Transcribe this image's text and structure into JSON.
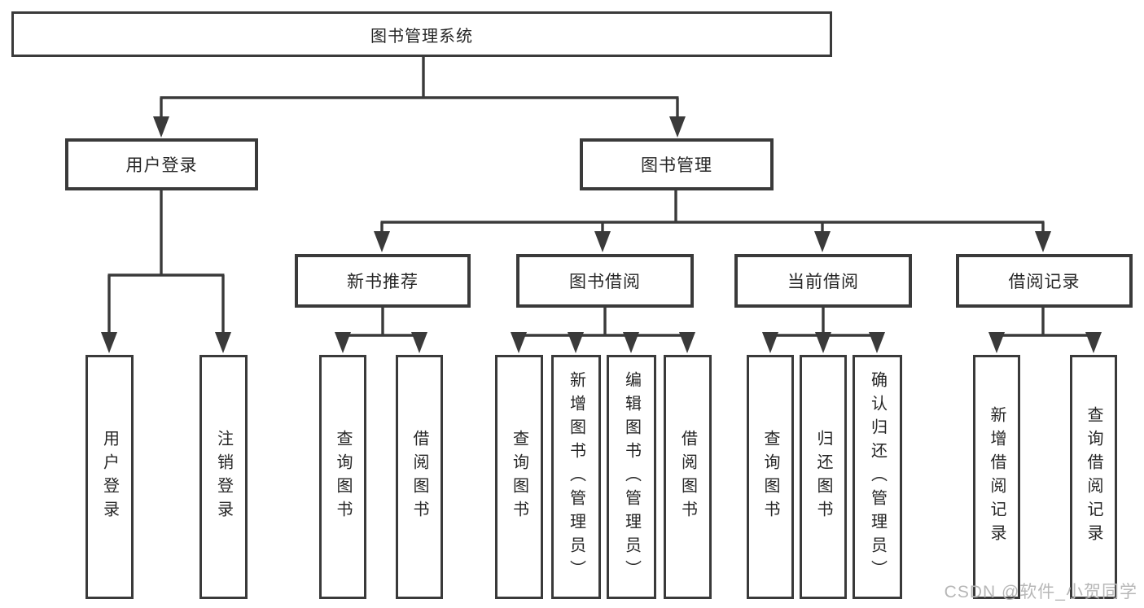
{
  "tree": {
    "root": {
      "label": "图书管理系统",
      "children": [
        {
          "label": "用户登录",
          "children": [
            {
              "label": "用户登录"
            },
            {
              "label": "注销登录"
            }
          ]
        },
        {
          "label": "图书管理",
          "children": [
            {
              "label": "新书推荐",
              "children": [
                {
                  "label": "查询图书"
                },
                {
                  "label": "借阅图书"
                }
              ]
            },
            {
              "label": "图书借阅",
              "children": [
                {
                  "label": "查询图书"
                },
                {
                  "label": "新增图书（管理员）"
                },
                {
                  "label": "编辑图书（管理员）"
                },
                {
                  "label": "借阅图书"
                }
              ]
            },
            {
              "label": "当前借阅",
              "children": [
                {
                  "label": "查询图书"
                },
                {
                  "label": "归还图书"
                },
                {
                  "label": "确认归还（管理员）"
                }
              ]
            },
            {
              "label": "借阅记录",
              "children": [
                {
                  "label": "新增借阅记录"
                },
                {
                  "label": "查询借阅记录"
                }
              ]
            }
          ]
        }
      ]
    }
  },
  "watermark": {
    "text": "CSDN @软件_小贺同学"
  },
  "colors": {
    "line": "#3a3a3a",
    "text": "#262626",
    "background": "#ffffff",
    "watermark": "#b7b7b7"
  }
}
